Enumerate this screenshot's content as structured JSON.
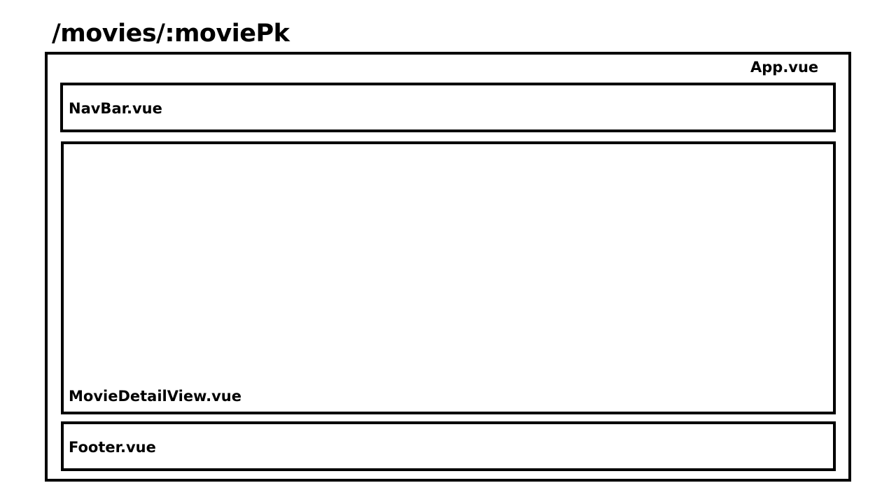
{
  "route": "/movies/:moviePk",
  "components": {
    "app": "App.vue",
    "navbar": "NavBar.vue",
    "main": "MovieDetailView.vue",
    "footer": "Footer.vue"
  }
}
